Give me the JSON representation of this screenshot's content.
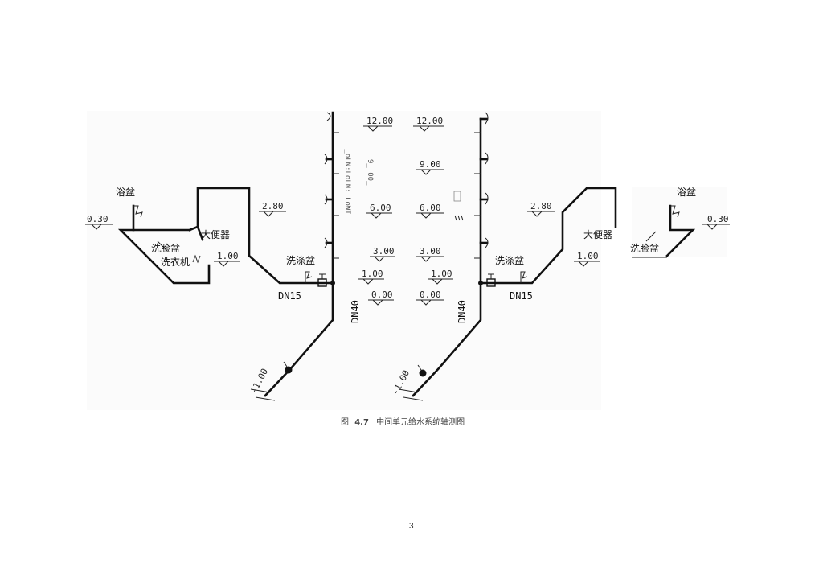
{
  "levels": {
    "l12_00": "12.00",
    "l9_00": "9.00",
    "l6_00": "6.00",
    "l3_00": "3.00",
    "l1_00": "1.00",
    "l0_00": "0.00",
    "l2_80": "2.80",
    "l0_30": "0.30",
    "lneg1_00": "-1.00"
  },
  "fixtures": {
    "bathtub": "浴盆",
    "washbasin": "洗脸盆",
    "washing_machine": "洗衣机",
    "toilet": "大便器",
    "laundry_basin": "洗涤盆"
  },
  "pipes": {
    "branch": "DN15",
    "riser": "DN40"
  },
  "caption": {
    "prefix": "图",
    "number": "4.7",
    "title": "中间单元给水系统轴测图"
  },
  "page_number": "3",
  "ghost_text": {
    "left_column": "L_oLN:LoLN: LoWI",
    "mid_fragment": "9_ 00_"
  },
  "colors": {
    "line": "#111111",
    "background": "#ffffff",
    "caption": "#444444"
  }
}
